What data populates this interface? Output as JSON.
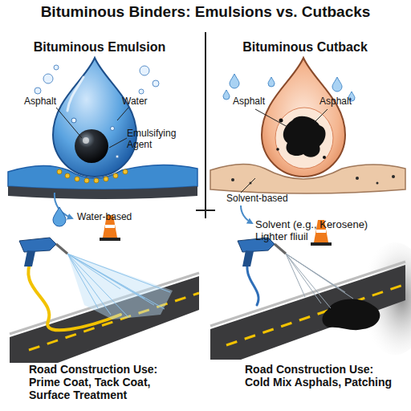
{
  "diagram": {
    "title": "Bituminous Binders: Emulsions vs. Cutbacks",
    "labels": [
      "Bituminous Emulsion",
      "Bituminous Cutback",
      "Asphalt",
      "Water",
      "Emulsifying Agent",
      "Asphalt",
      "Asphalt",
      "Solvent-based",
      "Water-based",
      "Solvent (e.g., Kerosene) Lighter fliuil",
      "Road Construction Use: Prime Coat, Tack Coat, Surface Treatment",
      "Road Construction Use: Cold Mix Asphals, Patching"
    ]
  }
}
